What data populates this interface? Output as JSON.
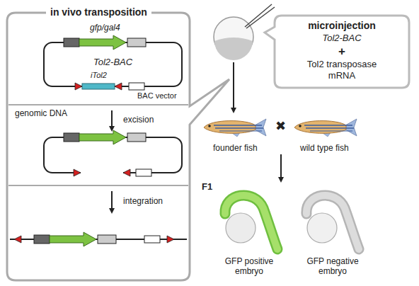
{
  "diagram": {
    "nodes": [
      {
        "text": [
          "in vivo transposition"
        ]
      },
      {
        "text": [
          "microinjection",
          "Tol2-BAC",
          "+",
          "Tol2 transposase mRNA"
        ]
      }
    ],
    "labels": [
      "gfp/gal4",
      "Tol2-BAC",
      "iTol2",
      "BAC vector",
      "genomic DNA",
      "excision",
      "integration",
      "founder fish",
      "✖",
      "wild type fish",
      "F1",
      "GFP positive embryo",
      "GFP negative embryo"
    ]
  }
}
